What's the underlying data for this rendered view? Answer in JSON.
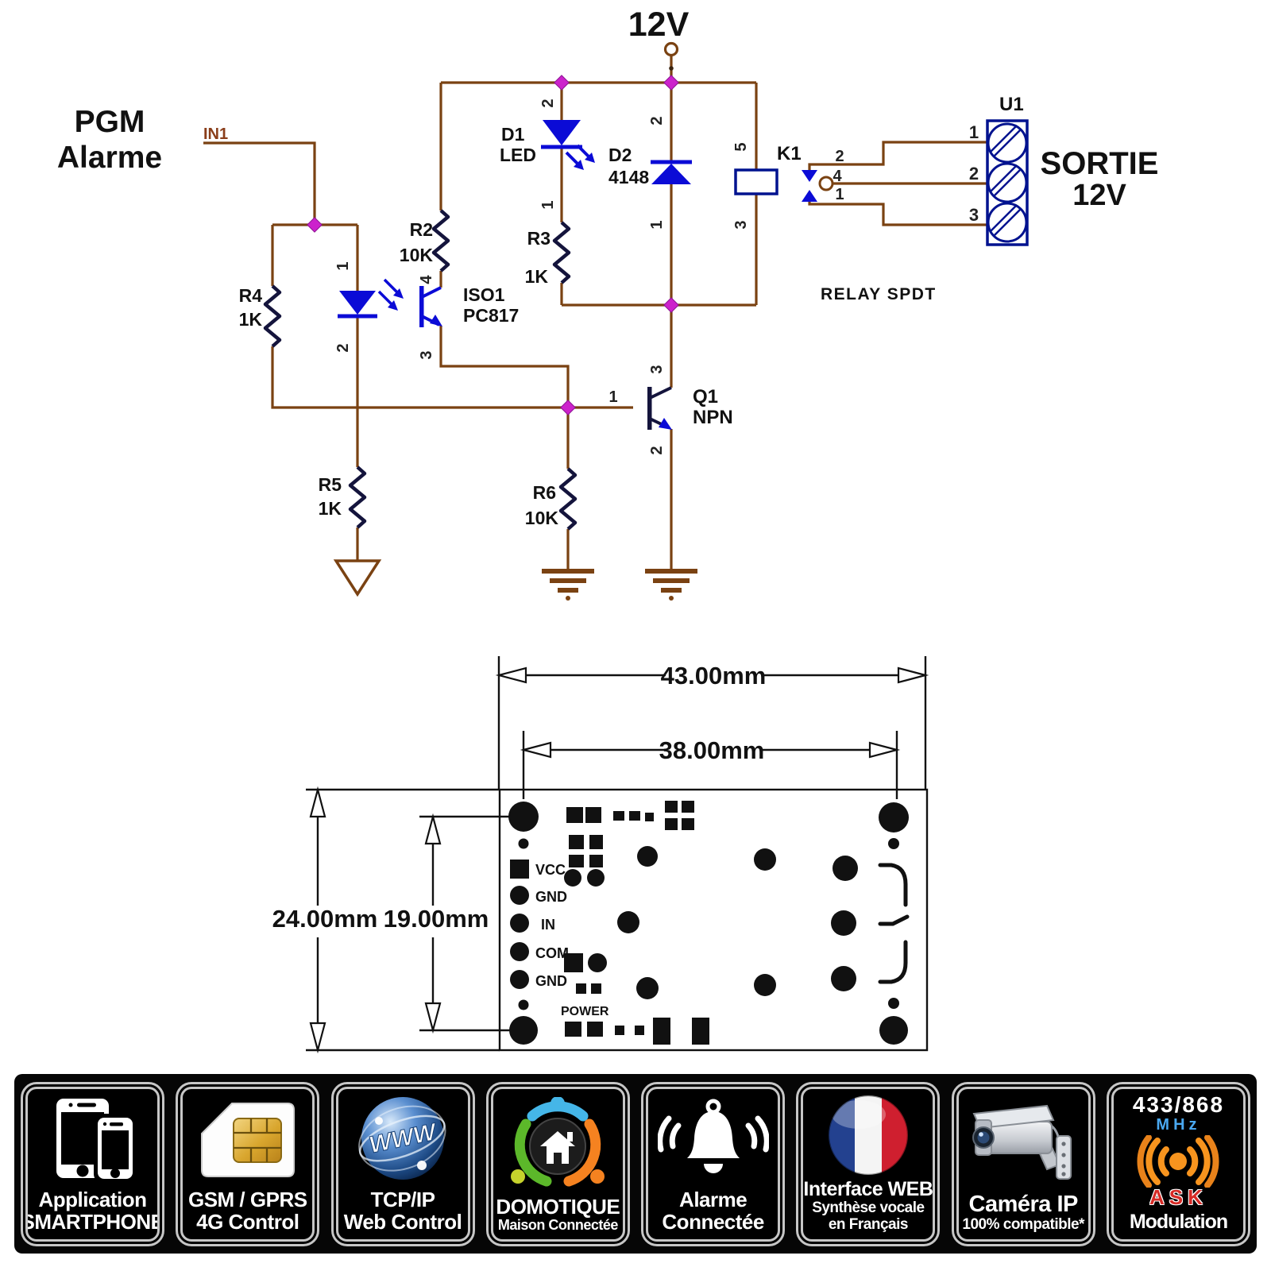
{
  "schematic": {
    "v12": "12V",
    "pgm1": "PGM",
    "pgm2": "Alarme",
    "in1": "IN1",
    "sortie1": "SORTIE",
    "sortie2": "12V",
    "relay_spdt": "RELAY SPDT",
    "r2": "R2",
    "r2_val": "10K",
    "r3": "R3",
    "r3_val": "1K",
    "r4": "R4",
    "r4_val": "1K",
    "r5": "R5",
    "r5_val": "1K",
    "r6": "R6",
    "r6_val": "10K",
    "d1": "D1",
    "d1_val": "LED",
    "d2": "D2",
    "d2_val": "4148",
    "iso1": "ISO1",
    "iso1_val": "PC817",
    "q1": "Q1",
    "q1_val": "NPN",
    "k1": "K1",
    "u1": "U1",
    "pin1": "1",
    "pin2": "2",
    "pin3": "3",
    "pin4": "4",
    "pin5": "5"
  },
  "pcb": {
    "w_outer": "43.00mm",
    "w_inner": "38.00mm",
    "h_outer": "24.00mm",
    "h_inner": "19.00mm",
    "vcc": "VCC",
    "gnd_a": "GND",
    "in": "IN",
    "com": "COM",
    "gnd_b": "GND",
    "power": "POWER"
  },
  "badges": [
    {
      "icon": "smartphone-icon",
      "line1": "Application",
      "line2": "SMARTPHONE"
    },
    {
      "icon": "sim-card-icon",
      "line1": "GSM / GPRS",
      "line2": "4G Control"
    },
    {
      "icon": "globe-www-icon",
      "icon_text": "WWW",
      "line1": "TCP/IP",
      "line2": "Web Control"
    },
    {
      "icon": "home-automation-icon",
      "line1": "DOMOTIQUE",
      "line2": "Maison Connectée"
    },
    {
      "icon": "bell-icon",
      "line1": "Alarme",
      "line2": "Connectée"
    },
    {
      "icon": "french-flag-icon",
      "line1": "Interface WEB",
      "line2": "Synthèse vocale",
      "line3": "en Français"
    },
    {
      "icon": "cctv-camera-icon",
      "line1": "Caméra IP",
      "line2": "100% compatible*"
    },
    {
      "icon": "rf-signal-icon",
      "freq": "433/868",
      "unit": "MHz",
      "mod_type": "ASK",
      "line1": "Modulation"
    }
  ],
  "colors": {
    "wire": "#7a4212",
    "component_blue": "#0b0bd6",
    "terminal_blue": "#00128f",
    "junction": "#cc22cc",
    "badge_border": "#c6c6c6",
    "mhz_blue": "#4aa8f0",
    "ask_red": "#d62b26",
    "rf_orange": "#f7941e"
  }
}
